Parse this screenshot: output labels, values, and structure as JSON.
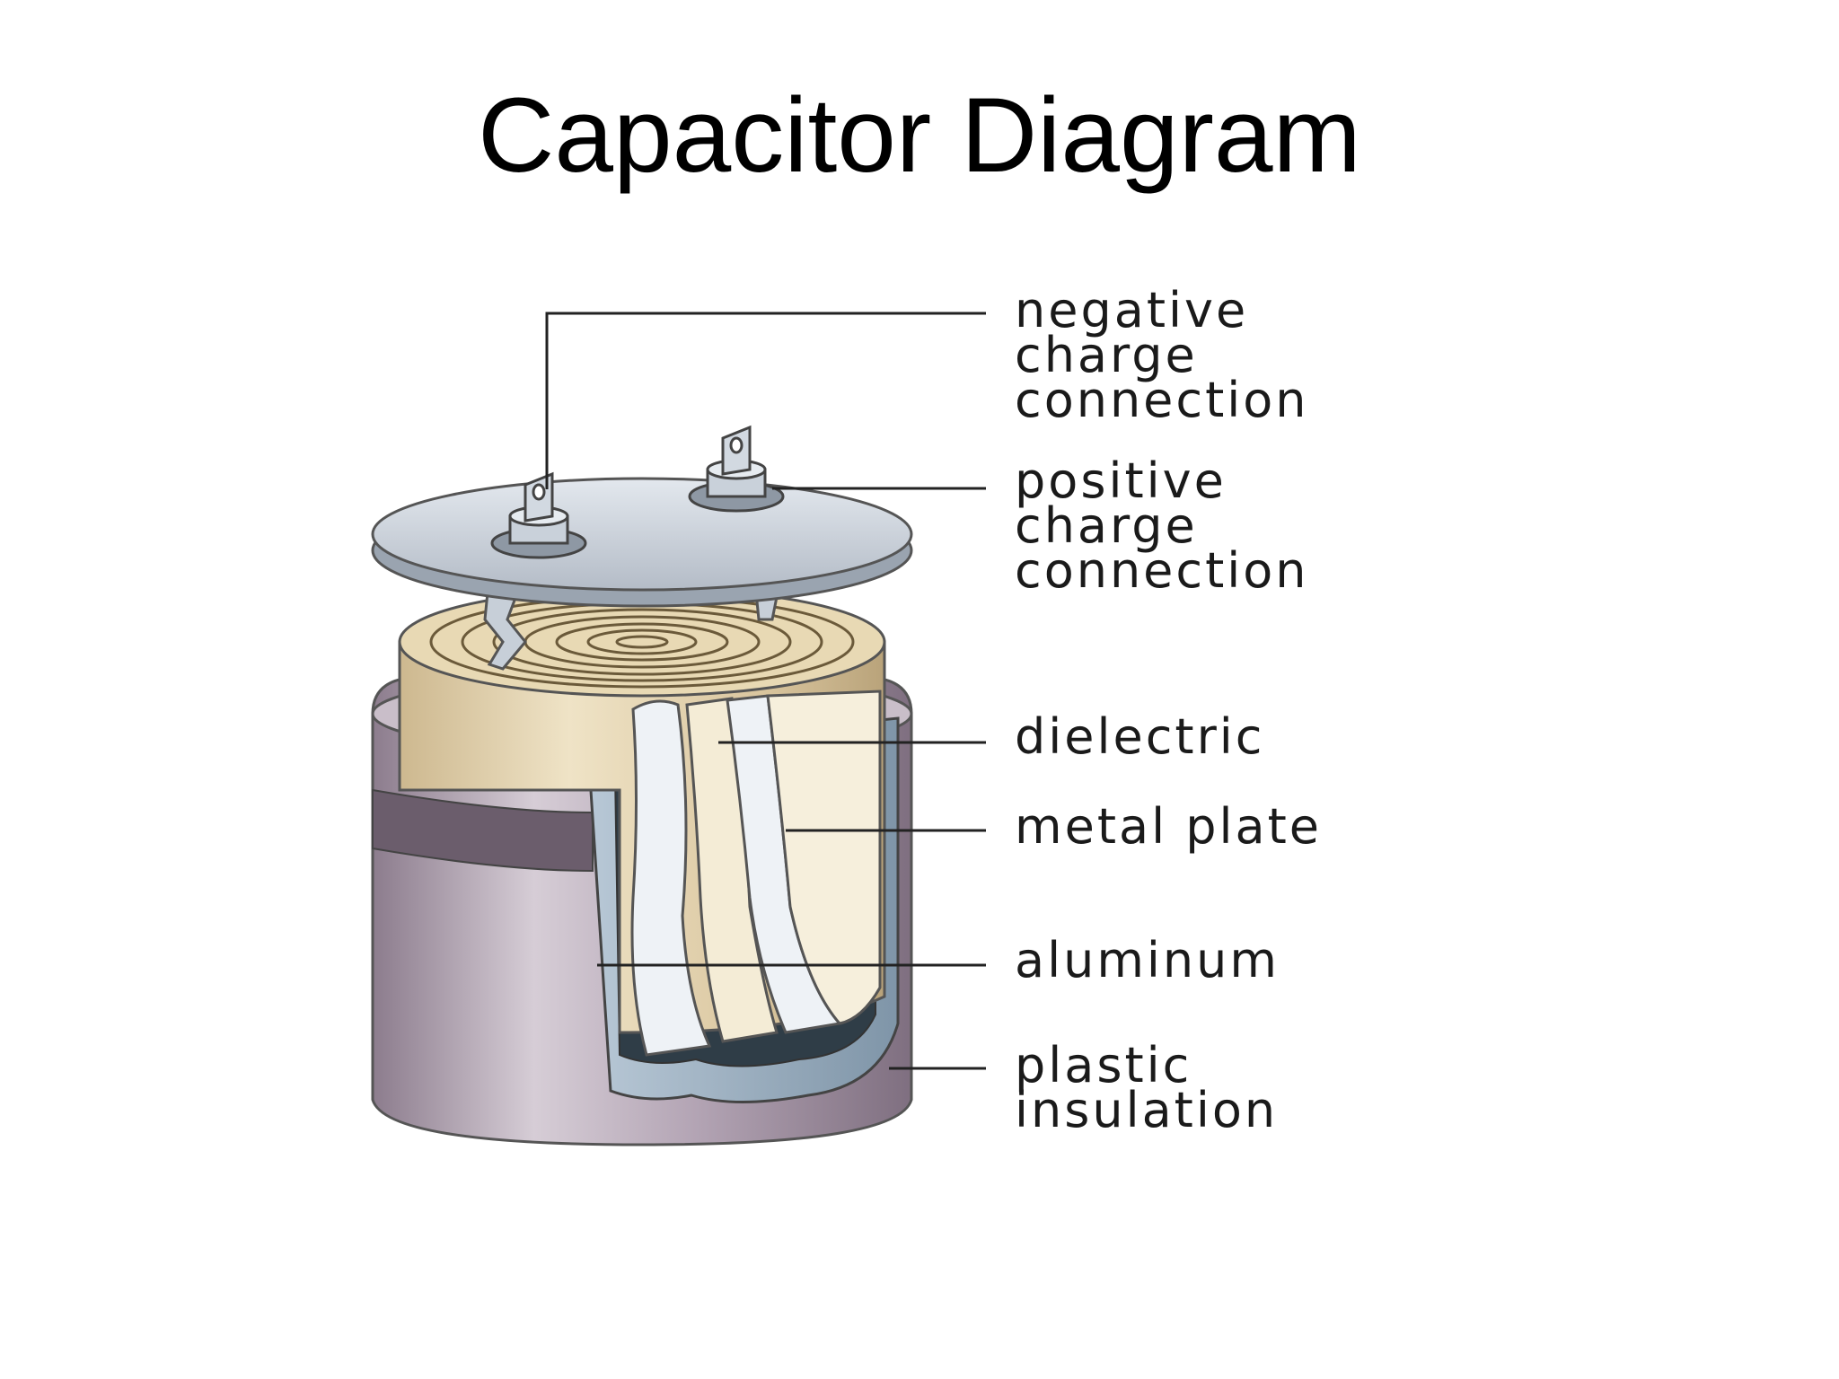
{
  "title": "Capacitor Diagram",
  "labels": {
    "negative": [
      "negative",
      "charge",
      "connection"
    ],
    "positive": [
      "positive",
      "charge",
      "connection"
    ],
    "dielectric": "dielectric",
    "metal_plate": "metal plate",
    "aluminum": "aluminum",
    "plastic": [
      "plastic",
      "insulation"
    ]
  },
  "colors": {
    "background": "#ffffff",
    "lid": "#cfd6df",
    "dielectric": "#d8c6a2",
    "foil": "#eef2f6",
    "casing": "#a99aaa",
    "aluminum": "#9fb2c2"
  }
}
